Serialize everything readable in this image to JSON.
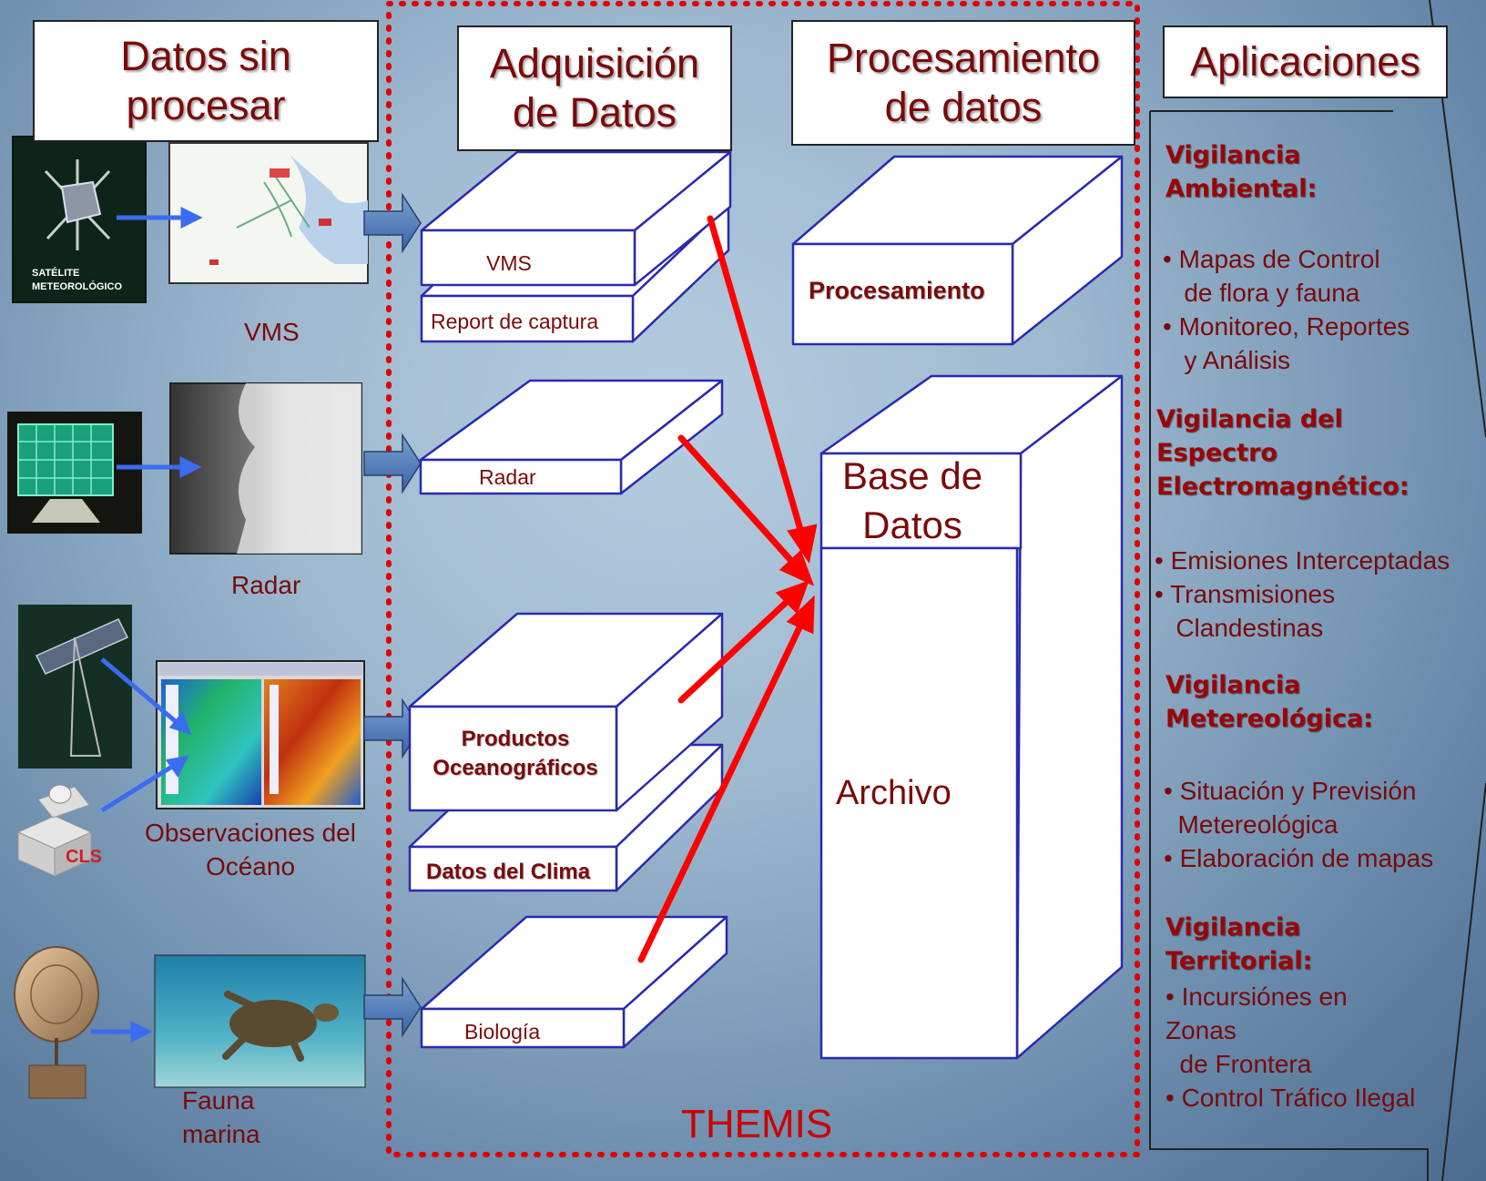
{
  "headers": {
    "raw_data": [
      "Datos sin",
      "procesar"
    ],
    "acquisition": [
      "Adquisición",
      "de Datos"
    ],
    "processing": [
      "Procesamiento",
      "de datos"
    ],
    "applications": "Aplicaciones"
  },
  "sources": {
    "vms_caption": "VMS",
    "radar_caption": "Radar",
    "ocean_caption": [
      "Observaciones del",
      "Océano"
    ],
    "fauna_caption": [
      "Fauna",
      "marina"
    ],
    "satellite_label": [
      "SATÉLITE",
      "METEOROLÓGICO"
    ],
    "cls_label": "CLS"
  },
  "acquisition_blocks": {
    "vms": "VMS",
    "catch_report": "Report de captura",
    "radar": "Radar",
    "ocean_products": [
      "Productos",
      "Oceanográficos"
    ],
    "climate": "Datos del Clima",
    "biology": "Biología"
  },
  "processing_blocks": {
    "processing": "Procesamiento",
    "database": [
      "Base de",
      "Datos"
    ],
    "archive": "Archivo"
  },
  "system_name": "THEMIS",
  "applications": [
    {
      "title": [
        "Vigilancia",
        "Ambiental:"
      ],
      "bullets": [
        "•  Mapas de Control",
        "   de flora y fauna",
        "• Monitoreo, Reportes",
        "   y Análisis"
      ]
    },
    {
      "title": [
        "Vigilancia del",
        "Espectro",
        "Electromagnético:"
      ],
      "bullets": [
        "• Emisiones Interceptadas",
        "• Transmisiones",
        "   Clandestinas"
      ]
    },
    {
      "title": [
        "Vigilancia",
        "Metereológica:"
      ],
      "bullets": [
        "• Situación y Previsión",
        "  Metereológica",
        "• Elaboración de mapas"
      ]
    },
    {
      "title": [
        "Vigilancia",
        "Territorial:"
      ],
      "bullets": [
        "• Incursiónes en",
        "Zonas",
        "  de Frontera",
        "• Control Tráfico Ilegal"
      ]
    }
  ],
  "colors": {
    "label": "#7a0a0a",
    "arrow_red": "#ff0000",
    "arrow_blue": "#3b6cf0",
    "dotted_border": "#e00000"
  }
}
